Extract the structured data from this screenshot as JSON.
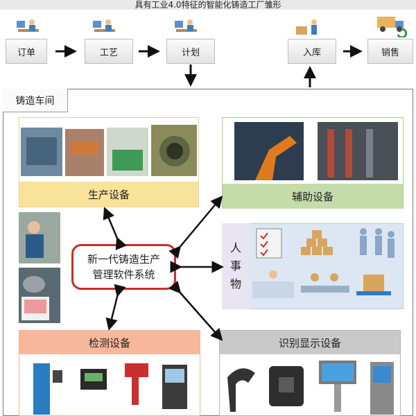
{
  "header": {
    "title": "具有工业4.0特征的智能化铸造工厂雏形"
  },
  "flow": {
    "order": "订单",
    "process": "工艺",
    "plan": "计划",
    "inbound": "入库",
    "sales": "销售"
  },
  "workshop": {
    "label": "铸造车间",
    "production_equipment": "生产设备",
    "auxiliary_equipment": "辅助设备",
    "people_things": [
      "人",
      "事",
      "物"
    ],
    "inspection_equipment": "检测设备",
    "identification_display_equipment": "识别显示设备",
    "center_system": {
      "line1": "新一代铸造生产",
      "line2": "管理软件系统"
    }
  },
  "colors": {
    "production_band": "#f9e39a",
    "auxiliary_band": "#c3dcaa",
    "inspection_band": "#f7b79c",
    "identification_band": "#c9c9c9",
    "center_border": "#d02a2a",
    "people_panel": "#dce7f3"
  }
}
